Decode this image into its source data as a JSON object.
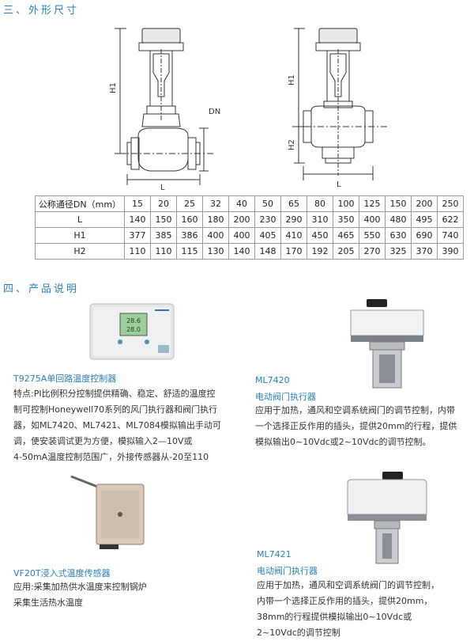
{
  "section3": {
    "title": "三、外形尺寸"
  },
  "drawing": {
    "left_labels": {
      "h1": "H1",
      "dn": "DN",
      "l": "L"
    },
    "right_labels": {
      "h1": "H1",
      "h2": "H2",
      "l": "L"
    }
  },
  "dim_table": {
    "header": "公称通径DN（mm）",
    "dn": [
      "15",
      "20",
      "25",
      "32",
      "40",
      "50",
      "65",
      "80",
      "100",
      "125",
      "150",
      "200",
      "250"
    ],
    "rows": [
      {
        "label": "L",
        "values": [
          "140",
          "150",
          "160",
          "180",
          "200",
          "230",
          "290",
          "310",
          "350",
          "400",
          "480",
          "495",
          "622"
        ]
      },
      {
        "label": "H1",
        "values": [
          "377",
          "385",
          "386",
          "400",
          "400",
          "405",
          "410",
          "450",
          "465",
          "550",
          "630",
          "690",
          "740"
        ]
      },
      {
        "label": "H2",
        "values": [
          "110",
          "110",
          "115",
          "130",
          "140",
          "148",
          "170",
          "192",
          "205",
          "270",
          "325",
          "370",
          "390"
        ]
      }
    ]
  },
  "section4": {
    "title": "四、产品说明"
  },
  "products": {
    "t9275a": {
      "title": "T9275A单回路温度控制器",
      "display_top": "28.6",
      "display_bottom": "28.0",
      "lines": [
        "特点:PI比例积分控制提供精确、稳定、舒适的温度控",
        "制可控制Honeywell70系列的风门执行器和阀门执行",
        "器，如ML7420、ML7421、ML7084模拟输出手动可",
        "调，使安装调试更为方便，模拟输入2—10V或",
        "4-50mA温度控制范围广，外接传感器从-20至110"
      ]
    },
    "ml7420": {
      "title": "ML7420",
      "subtitle": "电动阀门执行器",
      "lines": [
        "应用于加热，通风和空调系统阀门的调节控制，内带",
        "一个选择正反作用的插头，提供20mm的行程，提供",
        "模拟输出0~10Vdc或2~10Vdc的调节控制。"
      ]
    },
    "vf20t": {
      "title": "VF20T浸入式温度传感器",
      "lines": [
        "应用:采集加热供水温度来控制锅炉",
        "采集生活热水温度"
      ]
    },
    "ml7421": {
      "title": "ML7421",
      "subtitle": "电动阀门执行器",
      "lines": [
        "应用于加热，通风和空调系统阀门的调节控制，",
        "内带一个选择正反作用的插头，提供20mm，",
        "38mm的行程提供模拟输出0~10Vdc或",
        "2~10Vdc的调节控制"
      ]
    }
  },
  "colors": {
    "accent": "#2b7fb8",
    "line": "#333333",
    "table_border": "#9a9a9a"
  }
}
